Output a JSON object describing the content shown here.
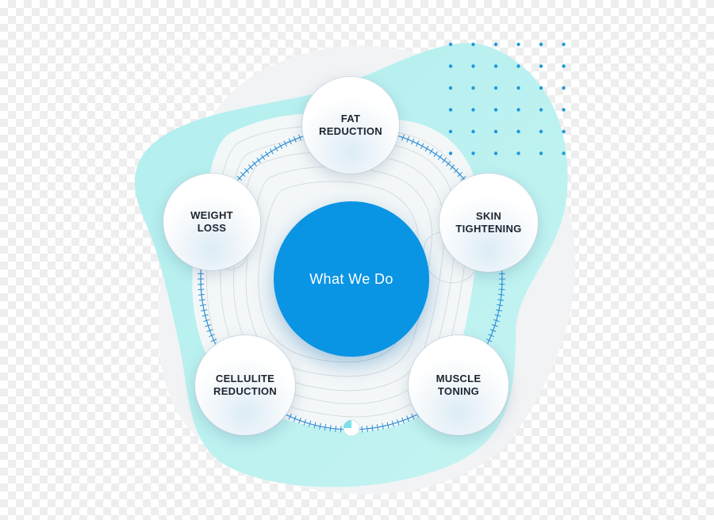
{
  "center": {
    "label": "What We Do"
  },
  "nodes": {
    "fat_reduction": "FAT\nREDUCTION",
    "skin_tightening": "SKIN\nTIGHTENING",
    "weight_loss": "WEIGHT\nLOSS",
    "cellulite_reduction": "CELLULITE\nREDUCTION",
    "muscle_toning": "MUSCLE\nTONING"
  },
  "colors": {
    "accent": "#0a94e4",
    "blob": "#b4f0f0",
    "tick": "#2d8fd6",
    "dots": "#1e98dc",
    "text": "#1d2530"
  }
}
